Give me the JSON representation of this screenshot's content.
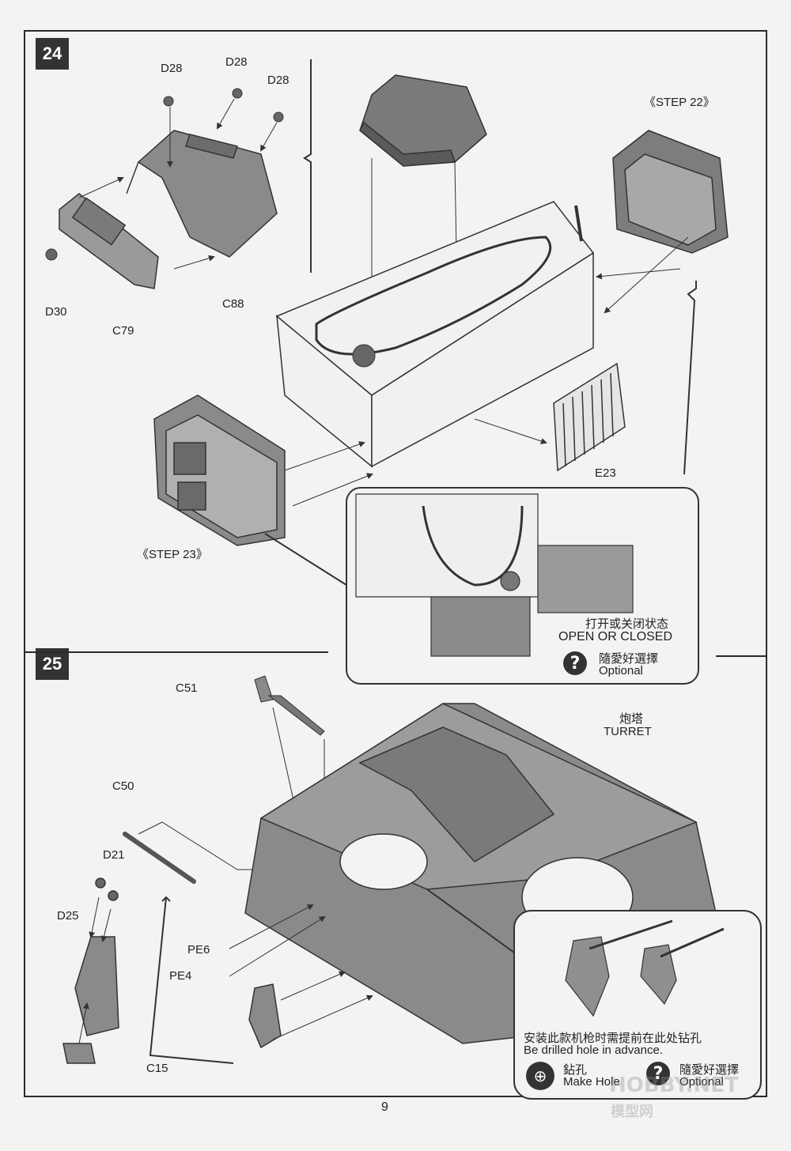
{
  "steps": [
    {
      "number": "24"
    },
    {
      "number": "25"
    }
  ],
  "step24": {
    "parts": {
      "d28_a": "D28",
      "d28_b": "D28",
      "d28_c": "D28",
      "d30": "D30",
      "c79": "C79",
      "c88": "C88",
      "e23": "E23"
    },
    "step_ref_22": "《STEP 22》",
    "step_ref_23": "《STEP 23》",
    "callout": {
      "zh": "打开或关闭状态",
      "en": "OPEN OR CLOSED",
      "optional_zh": "隨愛好選擇",
      "optional_en": "Optional"
    }
  },
  "step25": {
    "parts": {
      "c51": "C51",
      "c50": "C50",
      "d21": "D21",
      "d25": "D25",
      "pe6": "PE6",
      "pe4": "PE4",
      "c15": "C15"
    },
    "turret_zh": "炮塔",
    "turret_en": "TURRET",
    "callout": {
      "drill_zh": "安装此款机枪时需提前在此处钻孔",
      "drill_en": "Be drilled hole in advance.",
      "make_hole_zh": "鉆孔",
      "make_hole_en": "Make Hole",
      "optional_zh": "隨愛好選擇",
      "optional_en": "Optional"
    }
  },
  "icons": {
    "optional": "question-mark-icon",
    "drill": "drill-hole-icon"
  },
  "page_number": "9",
  "watermark": {
    "site": "HOBBY.NET",
    "zh": "模型网"
  }
}
